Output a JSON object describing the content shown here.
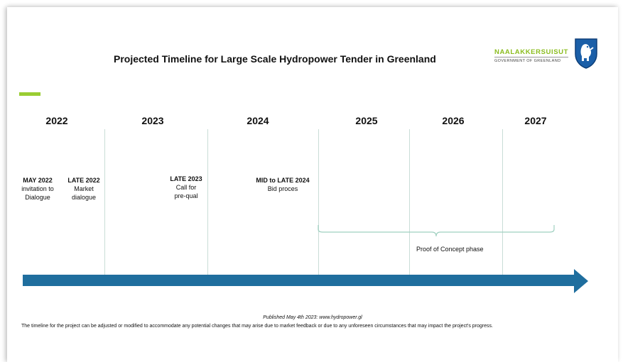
{
  "title": "Projected Timeline for Large Scale Hydropower Tender in Greenland",
  "logo": {
    "name": "NAALAKKERSUISUT",
    "subtitle": "GOVERNMENT OF GREENLAND",
    "name_color": "#8bbd1f"
  },
  "colors": {
    "accent": "#9acd32",
    "arrow": "#1f6e9e",
    "divider": "#c9ddd7",
    "brace": "#9fd0c0"
  },
  "years": [
    "2022",
    "2023",
    "2024",
    "2025",
    "2026",
    "2027"
  ],
  "events": [
    {
      "title": "MAY 2022",
      "lines": [
        "invitation to",
        "Dialogue"
      ]
    },
    {
      "title": "LATE 2022",
      "lines": [
        "Market",
        "dialogue"
      ]
    },
    {
      "title": "LATE 2023",
      "lines": [
        "Call for",
        "pre-qual"
      ]
    },
    {
      "title": "MID to LATE 2024",
      "lines": [
        "Bid proces"
      ]
    }
  ],
  "phase": {
    "label": "Proof of Concept phase"
  },
  "footer": {
    "published": "Published May 4th 2023: www.hydropower.gl",
    "disclaimer": "The timeline for the project can be adjusted or modified to accommodate any potential changes that may arise due to market feedback or due to any unforeseen circumstances that may impact the project's progress."
  }
}
